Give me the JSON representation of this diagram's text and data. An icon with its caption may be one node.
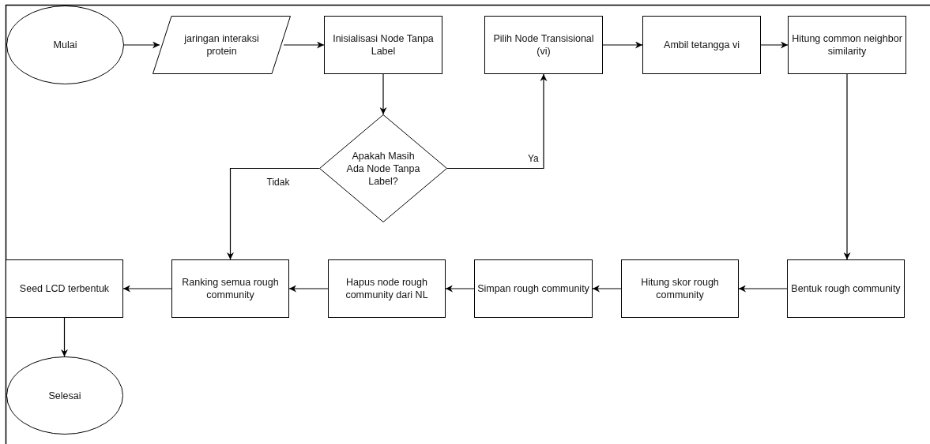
{
  "diagram": {
    "nodes": [
      {
        "text": [
          "Mulai"
        ]
      },
      {
        "text": [
          "jaringan interaksi protein"
        ]
      },
      {
        "text": [
          "Inisialisasi Node Tanpa Label"
        ]
      },
      {
        "text": [
          "Apakah Masih Ada Node Tanpa Label?"
        ]
      },
      {
        "text": [
          "Pilih Node Transisional (vi)"
        ]
      },
      {
        "text": [
          "Ambil tetangga vi"
        ]
      },
      {
        "text": [
          "Hitung common neighbor similarity"
        ]
      },
      {
        "text": [
          "Bentuk rough community"
        ]
      },
      {
        "text": [
          "Hitung skor rough community"
        ]
      },
      {
        "text": [
          "Simpan rough community"
        ]
      },
      {
        "text": [
          "Hapus node rough community dari NL"
        ]
      },
      {
        "text": [
          "Ranking semua rough community"
        ]
      },
      {
        "text": [
          "Seed LCD terbentuk"
        ]
      },
      {
        "text": [
          "Selesai"
        ]
      }
    ],
    "edges": [
      {
        "from": 0,
        "to": 1,
        "arrow": "to"
      },
      {
        "from": 1,
        "to": 2,
        "arrow": "to"
      },
      {
        "from": 2,
        "to": 3,
        "arrow": "to"
      },
      {
        "from": 3,
        "to": 4,
        "arrow": "to",
        "label": "Ya"
      },
      {
        "from": 3,
        "to": 11,
        "arrow": "to",
        "label": "Tidak"
      },
      {
        "from": 4,
        "to": 5,
        "arrow": "to"
      },
      {
        "from": 5,
        "to": 6,
        "arrow": "to"
      },
      {
        "from": 6,
        "to": 7,
        "arrow": "to"
      },
      {
        "from": 7,
        "to": 8,
        "arrow": "to"
      },
      {
        "from": 8,
        "to": 9,
        "arrow": "to"
      },
      {
        "from": 9,
        "to": 10,
        "arrow": "to"
      },
      {
        "from": 10,
        "to": 11,
        "arrow": "to"
      },
      {
        "from": 11,
        "to": 12,
        "arrow": "to"
      },
      {
        "from": 12,
        "to": 13,
        "arrow": "to"
      }
    ]
  }
}
